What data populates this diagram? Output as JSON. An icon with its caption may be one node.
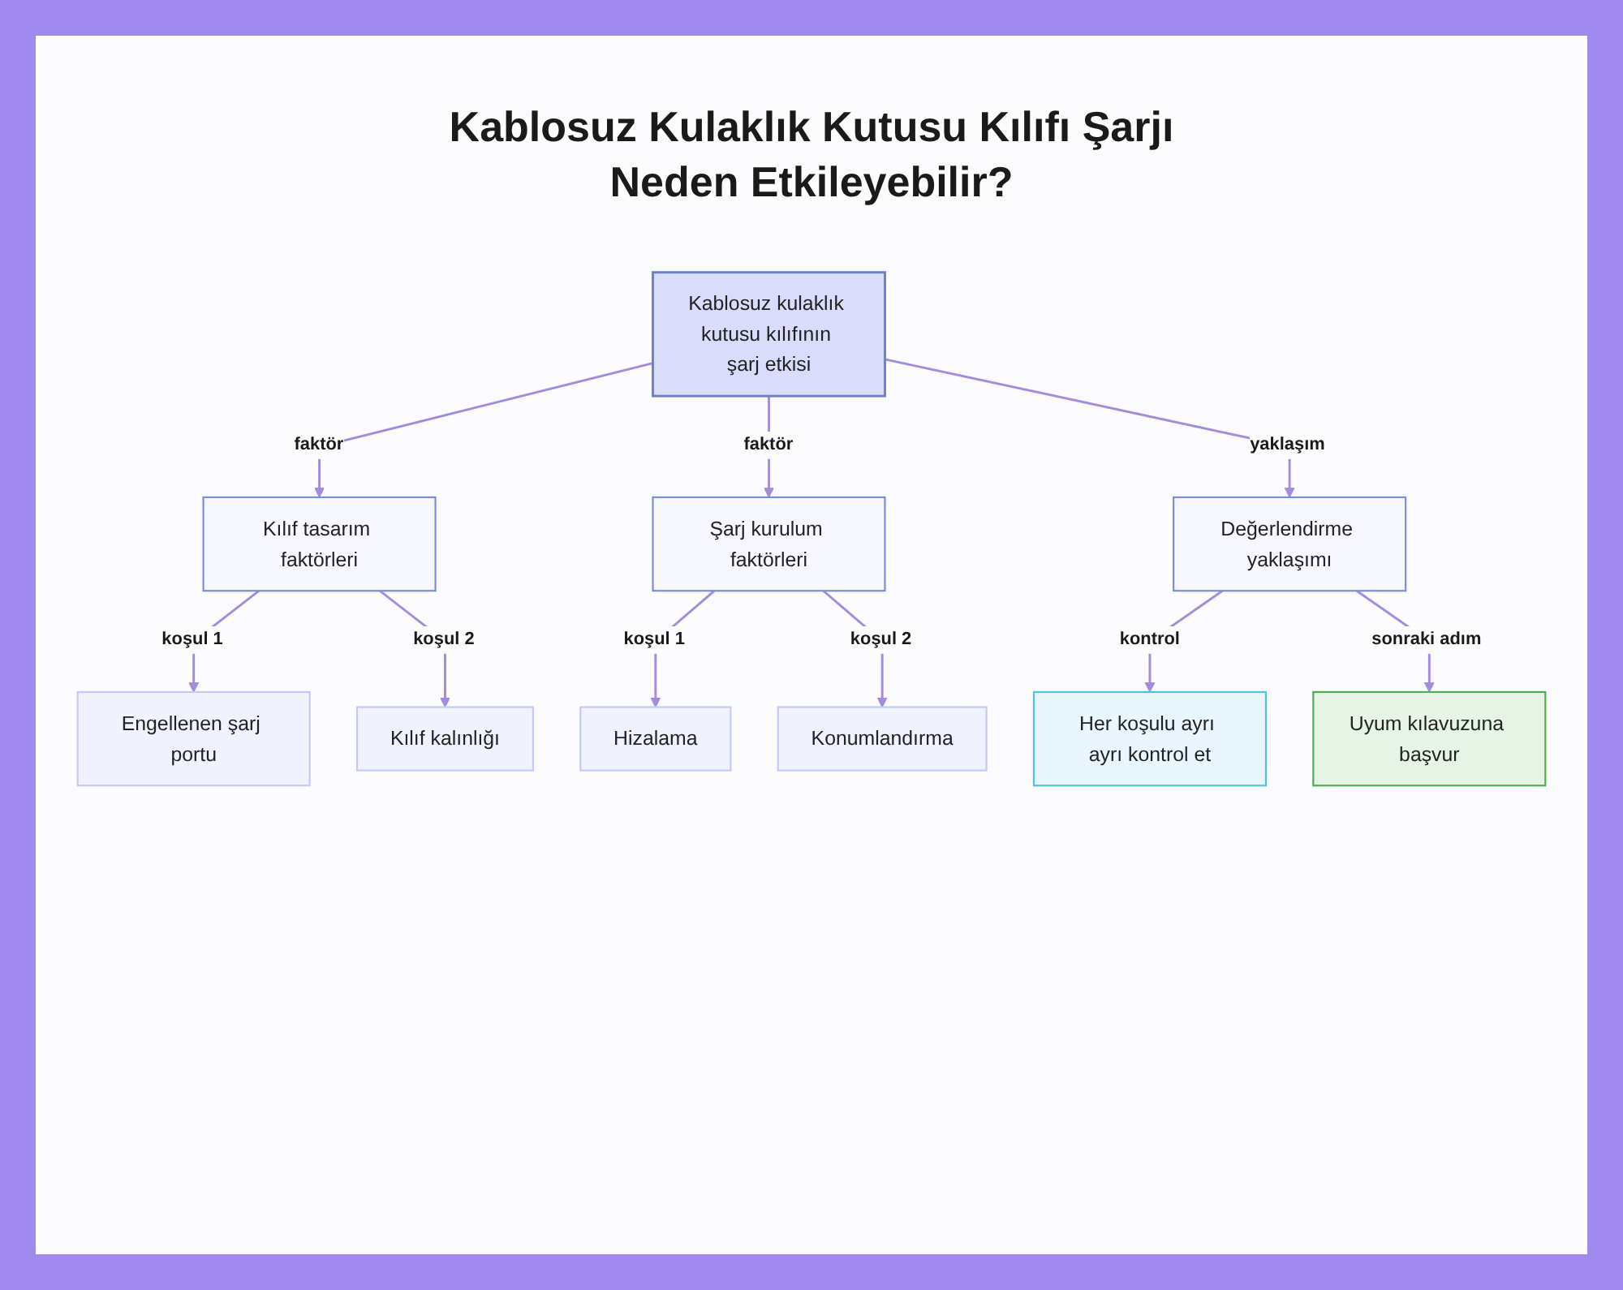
{
  "diagram": {
    "title": "Kablosuz Kulaklık Kutusu Kılıfı Şarjı Neden Etkileyebilir?",
    "nodes": [
      {
        "text": [
          "Kablosuz kulaklık kutusu kılıfının şarj etkisi"
        ]
      },
      {
        "text": [
          "Kılıf tasarım faktörleri"
        ]
      },
      {
        "text": [
          "Engellenen şarj portu"
        ]
      },
      {
        "text": [
          "Kılıf kalınlığı"
        ]
      },
      {
        "text": [
          "Şarj kurulum faktörleri"
        ]
      },
      {
        "text": [
          "Hizalama"
        ]
      },
      {
        "text": [
          "Konumlandırma"
        ]
      },
      {
        "text": [
          "Değerlendirme yaklaşımı"
        ]
      },
      {
        "text": [
          "Her koşulu ayrı ayrı kontrol et"
        ]
      },
      {
        "text": [
          "Uyum kılavuzuna başvur"
        ]
      }
    ],
    "edges": [
      {
        "from": 0,
        "to": 1,
        "arrow": "to",
        "label": "faktör"
      },
      {
        "from": 0,
        "to": 4,
        "arrow": "to",
        "label": "faktör"
      },
      {
        "from": 0,
        "to": 7,
        "arrow": "to",
        "label": "yaklaşım"
      },
      {
        "from": 1,
        "to": 2,
        "arrow": "to",
        "label": "koşul 1"
      },
      {
        "from": 1,
        "to": 3,
        "arrow": "to",
        "label": "koşul 2"
      },
      {
        "from": 4,
        "to": 5,
        "arrow": "to",
        "label": "koşul 1"
      },
      {
        "from": 4,
        "to": 6,
        "arrow": "to",
        "label": "koşul 2"
      },
      {
        "from": 7,
        "to": 8,
        "arrow": "to",
        "label": "kontrol"
      },
      {
        "from": 7,
        "to": 9,
        "arrow": "to",
        "label": "sonraki adım"
      }
    ]
  }
}
